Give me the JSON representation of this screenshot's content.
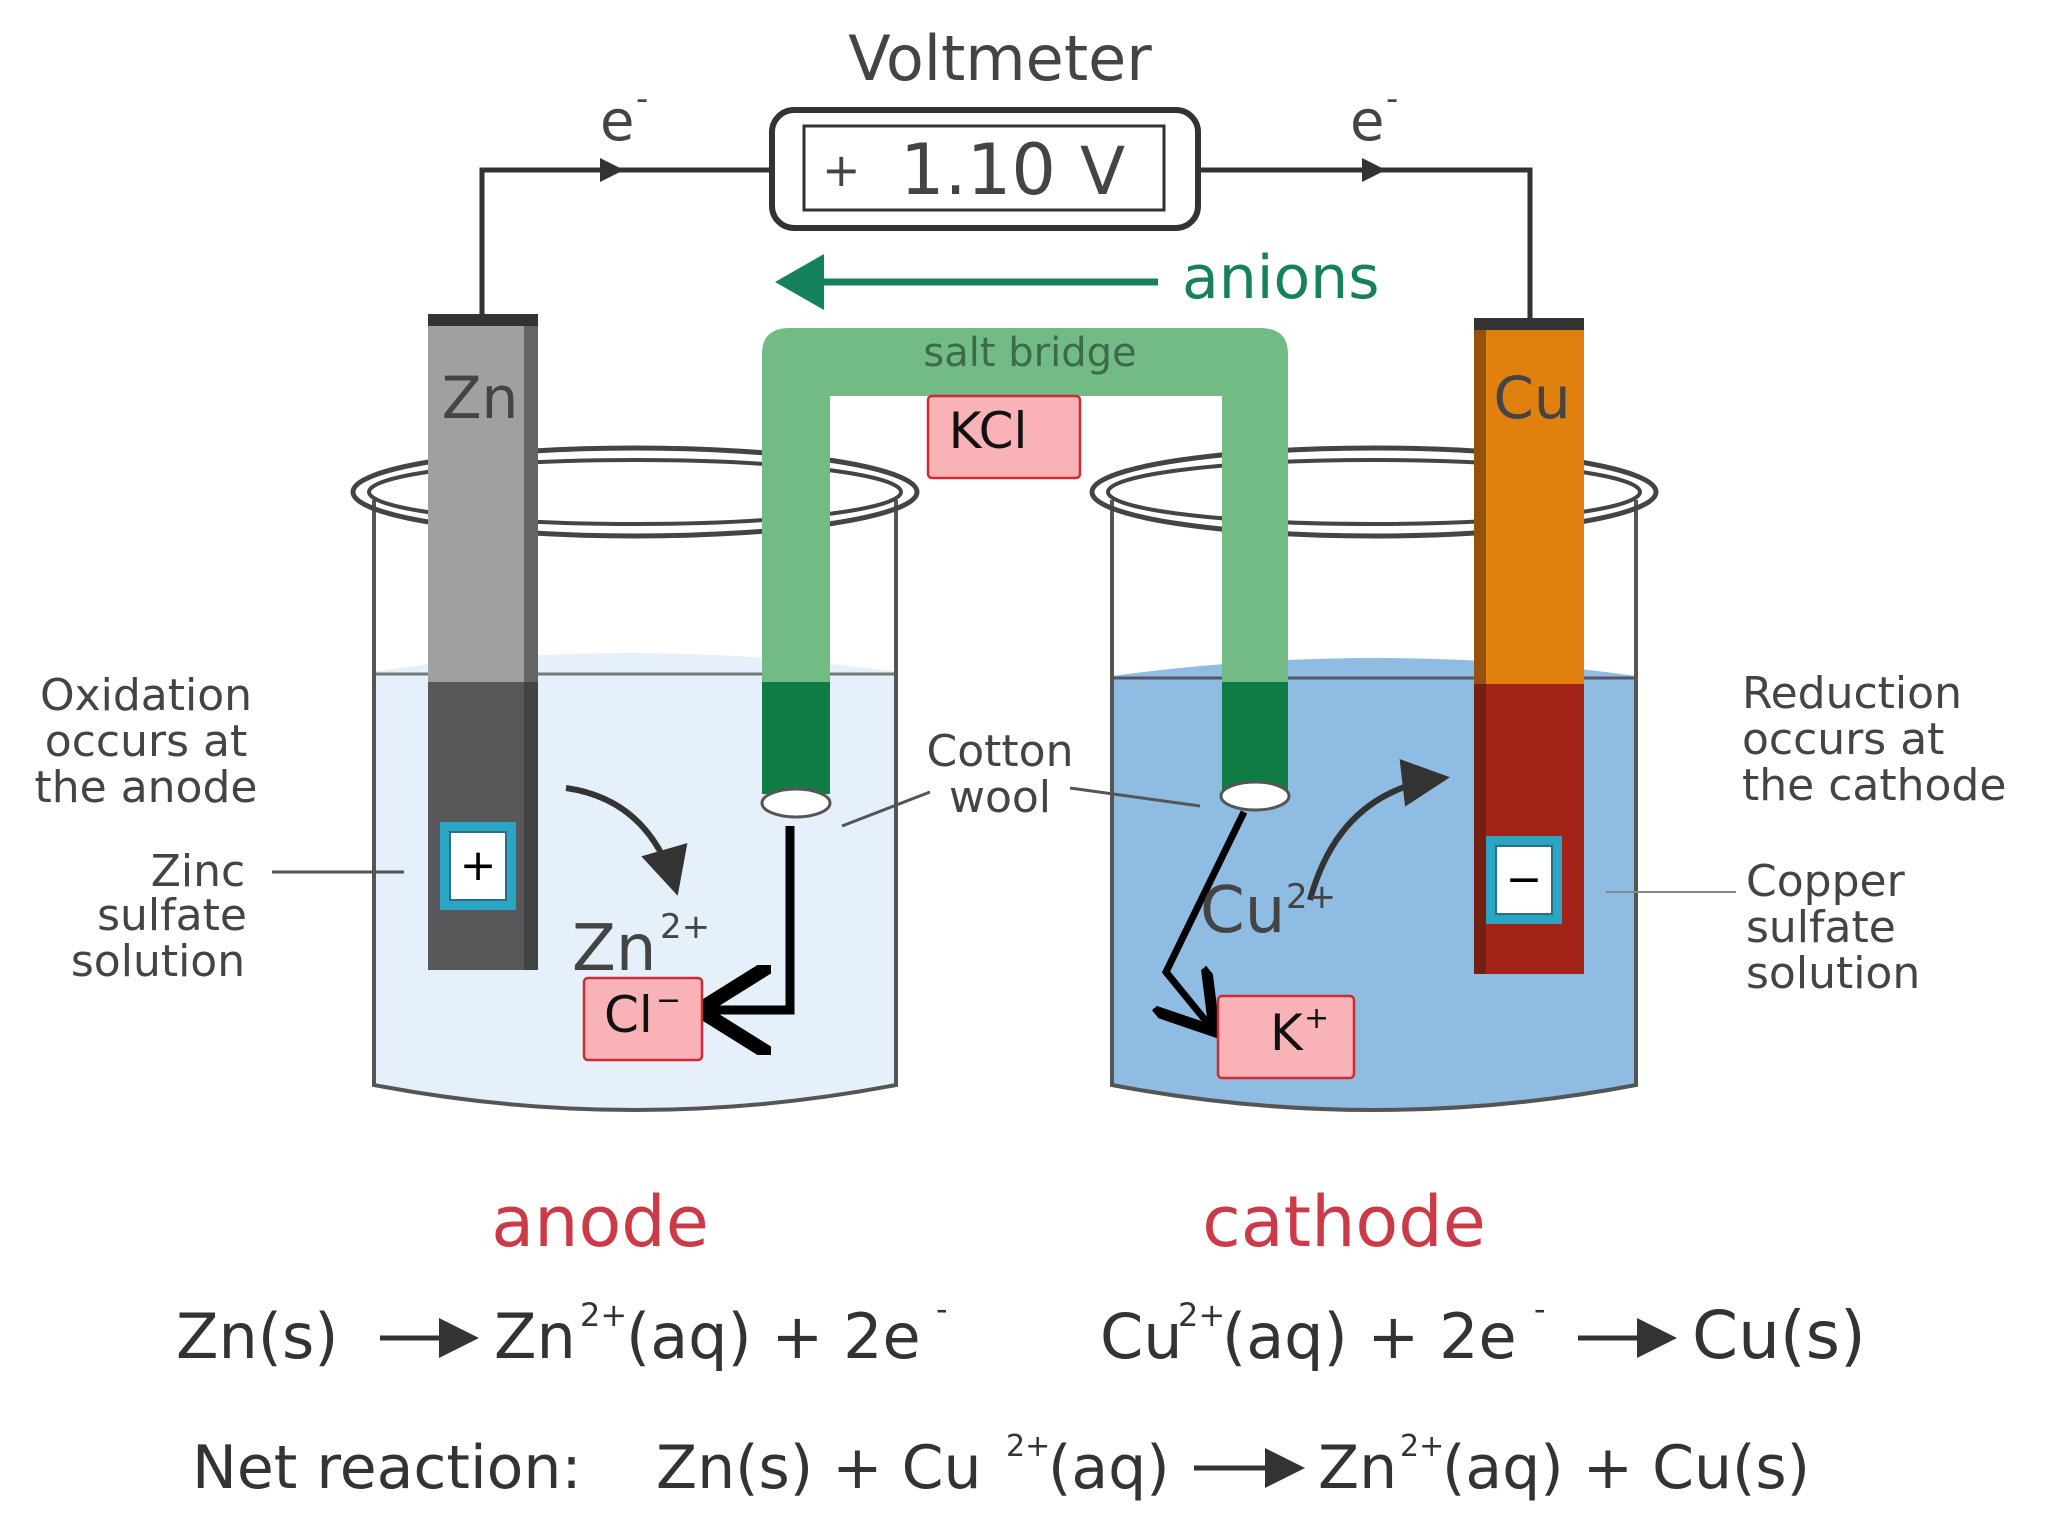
{
  "voltmeter": {
    "title": "Voltmeter",
    "sign": "+",
    "reading": "1.10",
    "unit": "V"
  },
  "electron_label": "e",
  "electron_sup": "-",
  "anions_label": "anions",
  "salt_bridge": {
    "label": "salt bridge",
    "electrolyte": "KCl"
  },
  "electrodes": {
    "left": {
      "symbol": "Zn",
      "polarity": "+"
    },
    "right": {
      "symbol": "Cu",
      "polarity": "−"
    }
  },
  "ions": {
    "zn": "Zn",
    "zn_charge": "2+",
    "cu": "Cu",
    "cu_charge": "2+",
    "chloride": "Cl",
    "chloride_charge": "−",
    "potassium": "K",
    "potassium_charge": "+"
  },
  "annotations": {
    "oxidation": [
      "Oxidation",
      "occurs at",
      "the anode"
    ],
    "reduction": [
      "Reduction",
      "occurs at",
      "the cathode"
    ],
    "zinc_solution": [
      "Zinc",
      "sulfate",
      "solution"
    ],
    "copper_solution": [
      "Copper",
      "sulfate",
      "solution"
    ],
    "cotton_wool": [
      "Cotton",
      "wool"
    ]
  },
  "labels": {
    "anode": "anode",
    "cathode": "cathode"
  },
  "equations": {
    "anode_lhs": "Zn(s)",
    "anode_rhs": "Zn",
    "anode_rhs_charge": "2+",
    "anode_rhs_rest": "(aq) + 2e",
    "anode_e_sup": "-",
    "cathode_lhs": "Cu",
    "cathode_lhs_charge": "2+",
    "cathode_lhs_rest": "(aq) + 2e",
    "cathode_e_sup": "-",
    "cathode_rhs": "Cu(s)",
    "net_prefix": "Net reaction:",
    "net_lhs": "Zn(s) + Cu",
    "net_lhs_charge": "2+",
    "net_lhs_rest": "(aq)",
    "net_rhs": "Zn",
    "net_rhs_charge": "2+",
    "net_rhs_rest": "(aq) + Cu(s)"
  },
  "colors": {
    "zinc_electrode": "#a0a0a2",
    "zinc_submerged": "#58585a",
    "copper_electrode": "#e0800f",
    "copper_submerged": "#a32317",
    "salt_bridge": "#72bb85",
    "salt_bridge_end": "#0e7c43",
    "zinc_solution": "#e5f0fa",
    "copper_solution": "#8fbce3",
    "label_red": "#cc3a48",
    "anion_green": "#16825c",
    "ion_box_fill": "#f9b3b6",
    "ion_box_border": "#cf2a33",
    "polarity_border": "#2aa5c4"
  }
}
